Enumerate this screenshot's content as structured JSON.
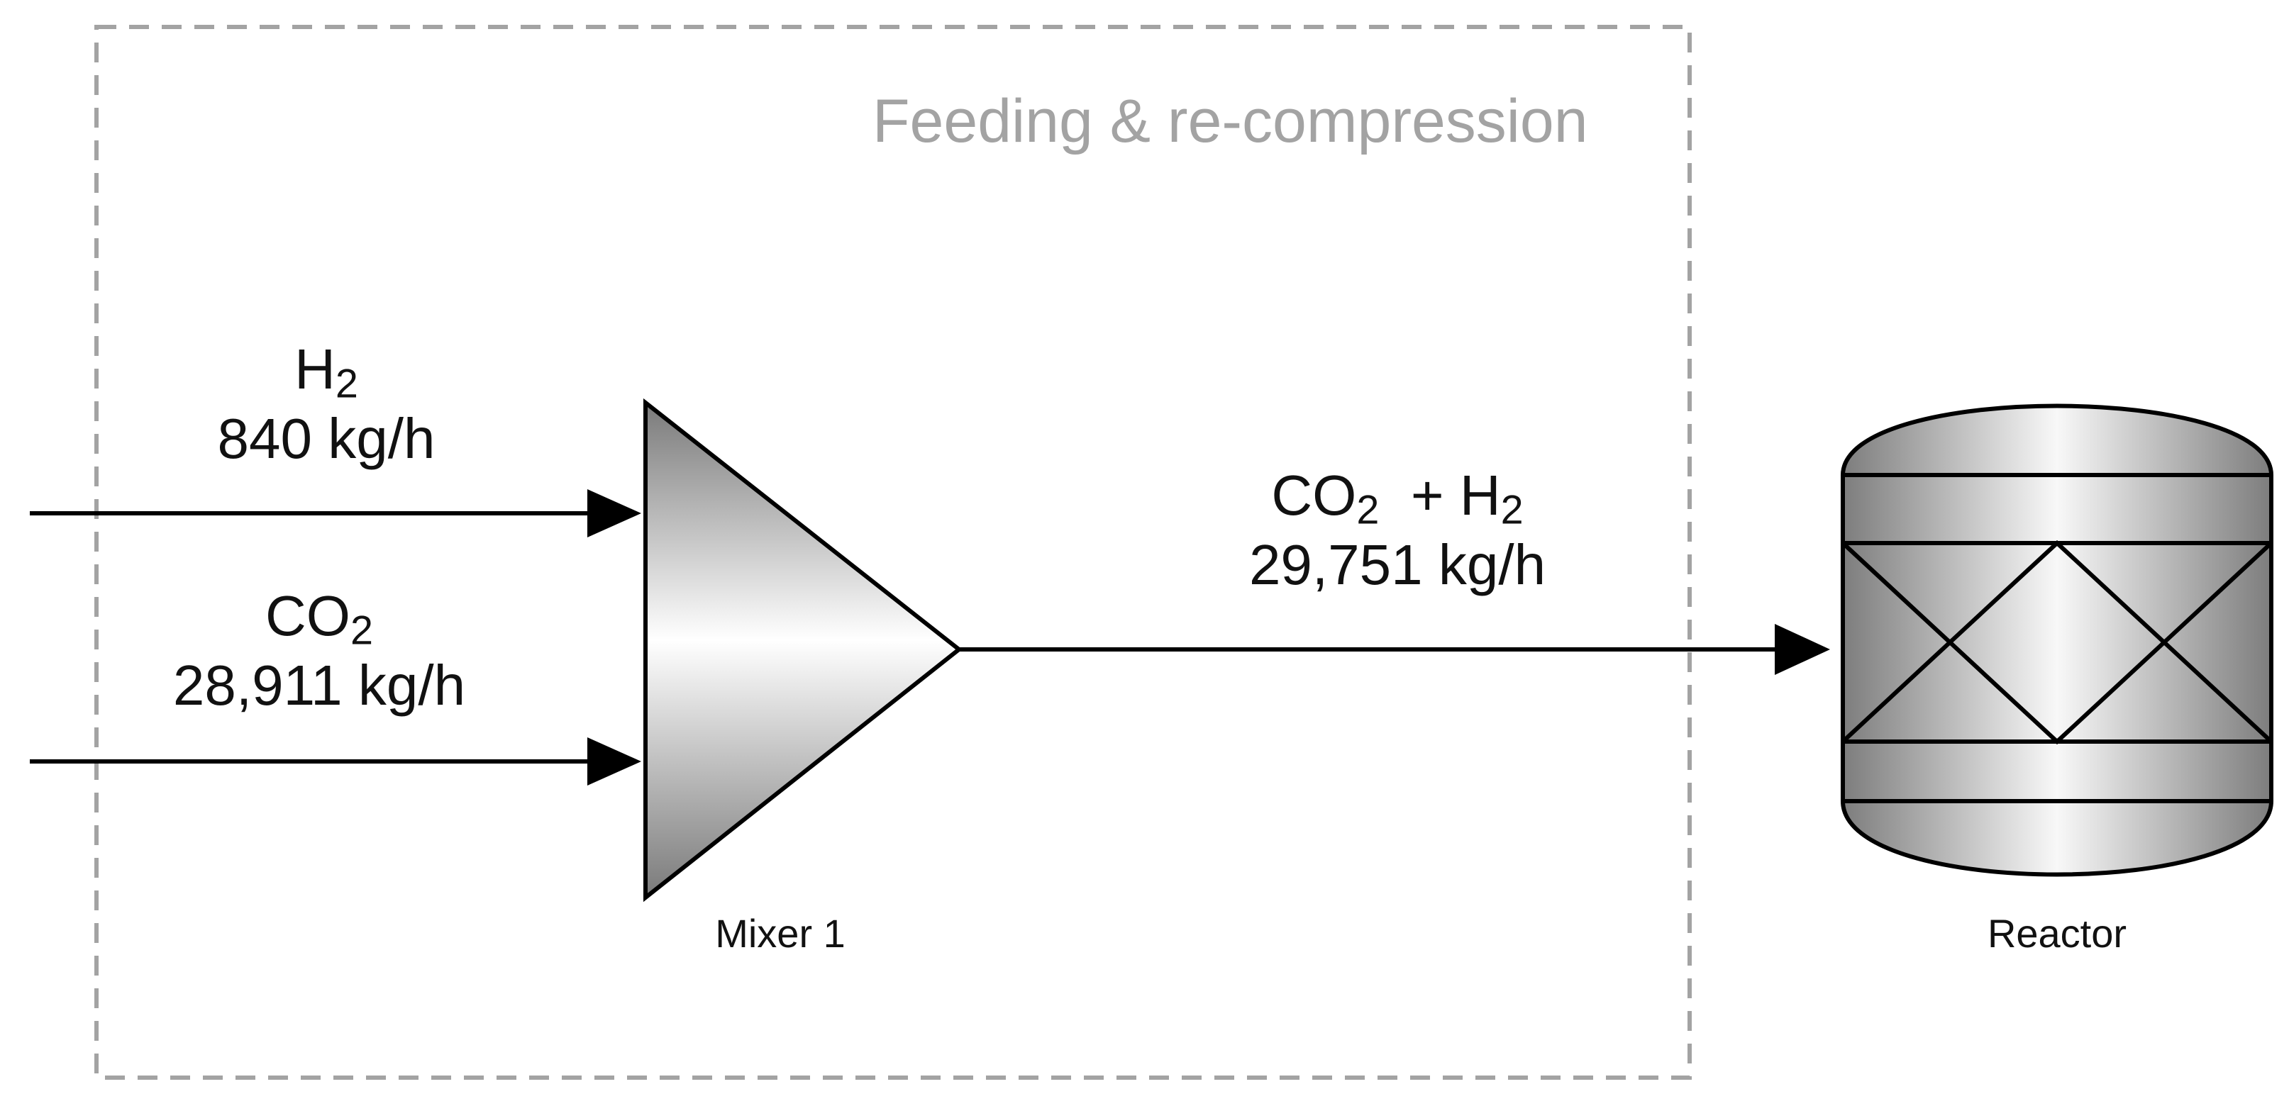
{
  "group": {
    "title": "Feeding & re-compression"
  },
  "streams": {
    "h2_feed": {
      "formula_base": "H",
      "formula_sub": "2",
      "flow": "840 kg/h"
    },
    "co2_feed": {
      "formula_base": "CO",
      "formula_sub": "2",
      "flow": "28,911 kg/h"
    },
    "mixed": {
      "part1_base": "CO",
      "part1_sub": "2",
      "joiner": "  + ",
      "part2_base": "H",
      "part2_sub": "2",
      "flow": "29,751 kg/h"
    }
  },
  "equipment": {
    "mixer": {
      "label": "Mixer 1",
      "icon": "mixer-triangle-icon"
    },
    "reactor": {
      "label": "Reactor",
      "icon": "packed-bed-reactor-icon"
    }
  },
  "colors": {
    "line": "#000000",
    "group_border": "#a3a3a3",
    "group_title": "#a3a3a3"
  }
}
